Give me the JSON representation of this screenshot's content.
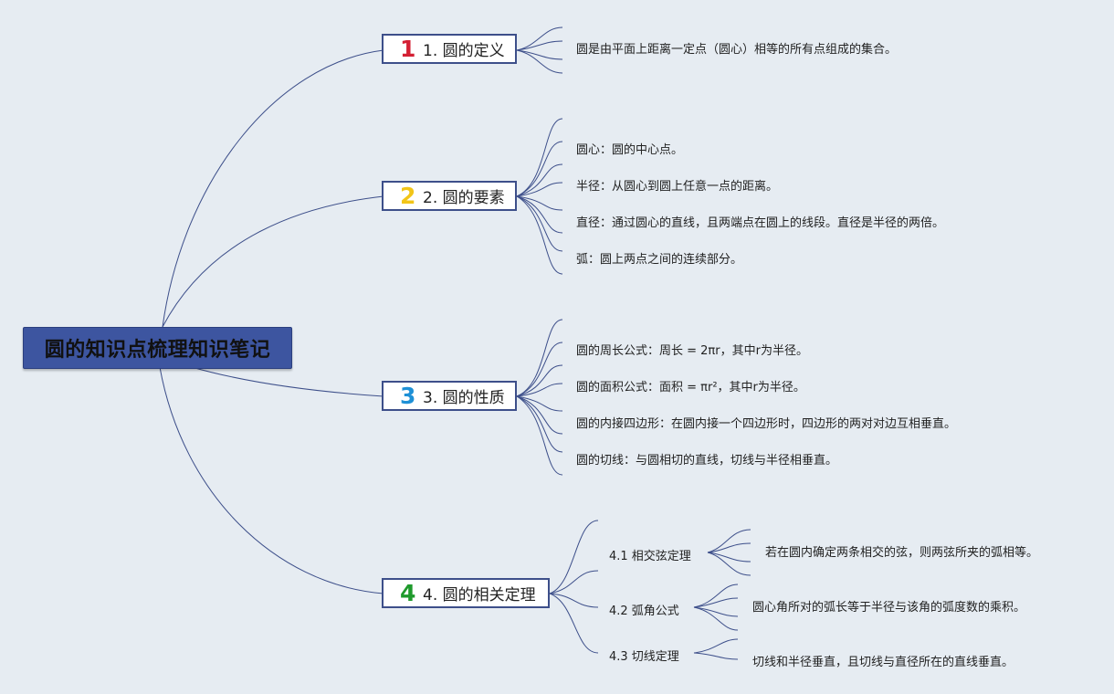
{
  "root": {
    "title": "圆的知识点梳理知识笔记"
  },
  "branches": [
    {
      "number": "1",
      "number_color": "#d42034",
      "label": "1. 圆的定义",
      "leaves": [
        "圆是由平面上距离一定点（圆心）相等的所有点组成的集合。"
      ]
    },
    {
      "number": "2",
      "number_color": "#f2c518",
      "label": "2. 圆的要素",
      "leaves": [
        "圆心：圆的中心点。",
        "半径：从圆心到圆上任意一点的距离。",
        "直径：通过圆心的直线，且两端点在圆上的线段。直径是半径的两倍。",
        "弧：圆上两点之间的连续部分。"
      ]
    },
    {
      "number": "3",
      "number_color": "#1e90d6",
      "label": "3. 圆的性质",
      "leaves": [
        "圆的周长公式：周长 = 2πr，其中r为半径。",
        "圆的面积公式：面积 = πr²，其中r为半径。",
        "圆的内接四边形：在圆内接一个四边形时，四边形的两对对边互相垂直。",
        "圆的切线：与圆相切的直线，切线与半径相垂直。"
      ]
    },
    {
      "number": "4",
      "number_color": "#1f9a2c",
      "label": "4. 圆的相关定理",
      "subs": [
        {
          "label": "4.1 相交弦定理",
          "leaf": "若在圆内确定两条相交的弦，则两弦所夹的弧相等。"
        },
        {
          "label": "4.2 弧角公式",
          "leaf": "圆心角所对的弧长等于半径与该角的弧度数的乘积。"
        },
        {
          "label": "4.3 切线定理",
          "leaf": "切线和半径垂直，且切线与直径所在的直线垂直。"
        }
      ]
    }
  ],
  "colors": {
    "line": "#3d4f8a",
    "root_bg": "#3d55a0",
    "background": "#e6ecf2"
  }
}
